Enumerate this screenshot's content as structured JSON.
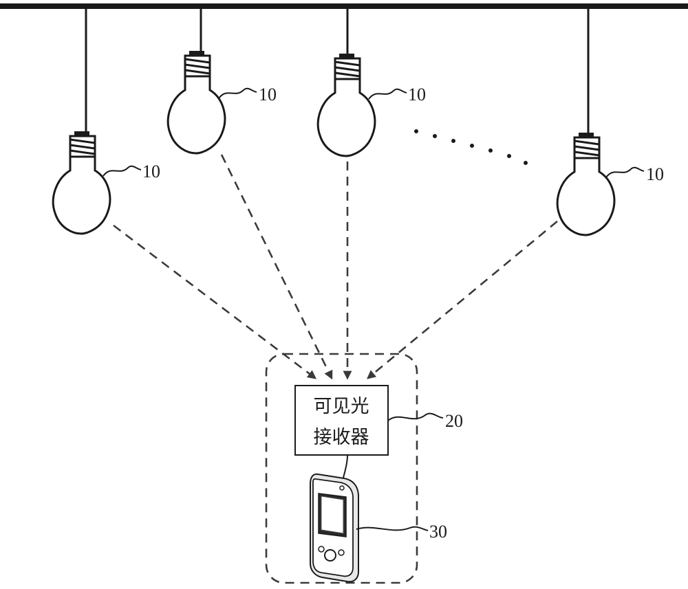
{
  "colors": {
    "ink": "#1a1a1a",
    "dash": "#3a3a3a",
    "background": "#ffffff"
  },
  "labels": {
    "lamp_ref": "10",
    "receiver_ref": "20",
    "phone_ref": "30"
  },
  "receiver": {
    "line1": "可见光",
    "line2": "接收器"
  },
  "icons": [
    "light-bulb-icon",
    "mobile-phone-icon",
    "ellipsis-dots"
  ]
}
